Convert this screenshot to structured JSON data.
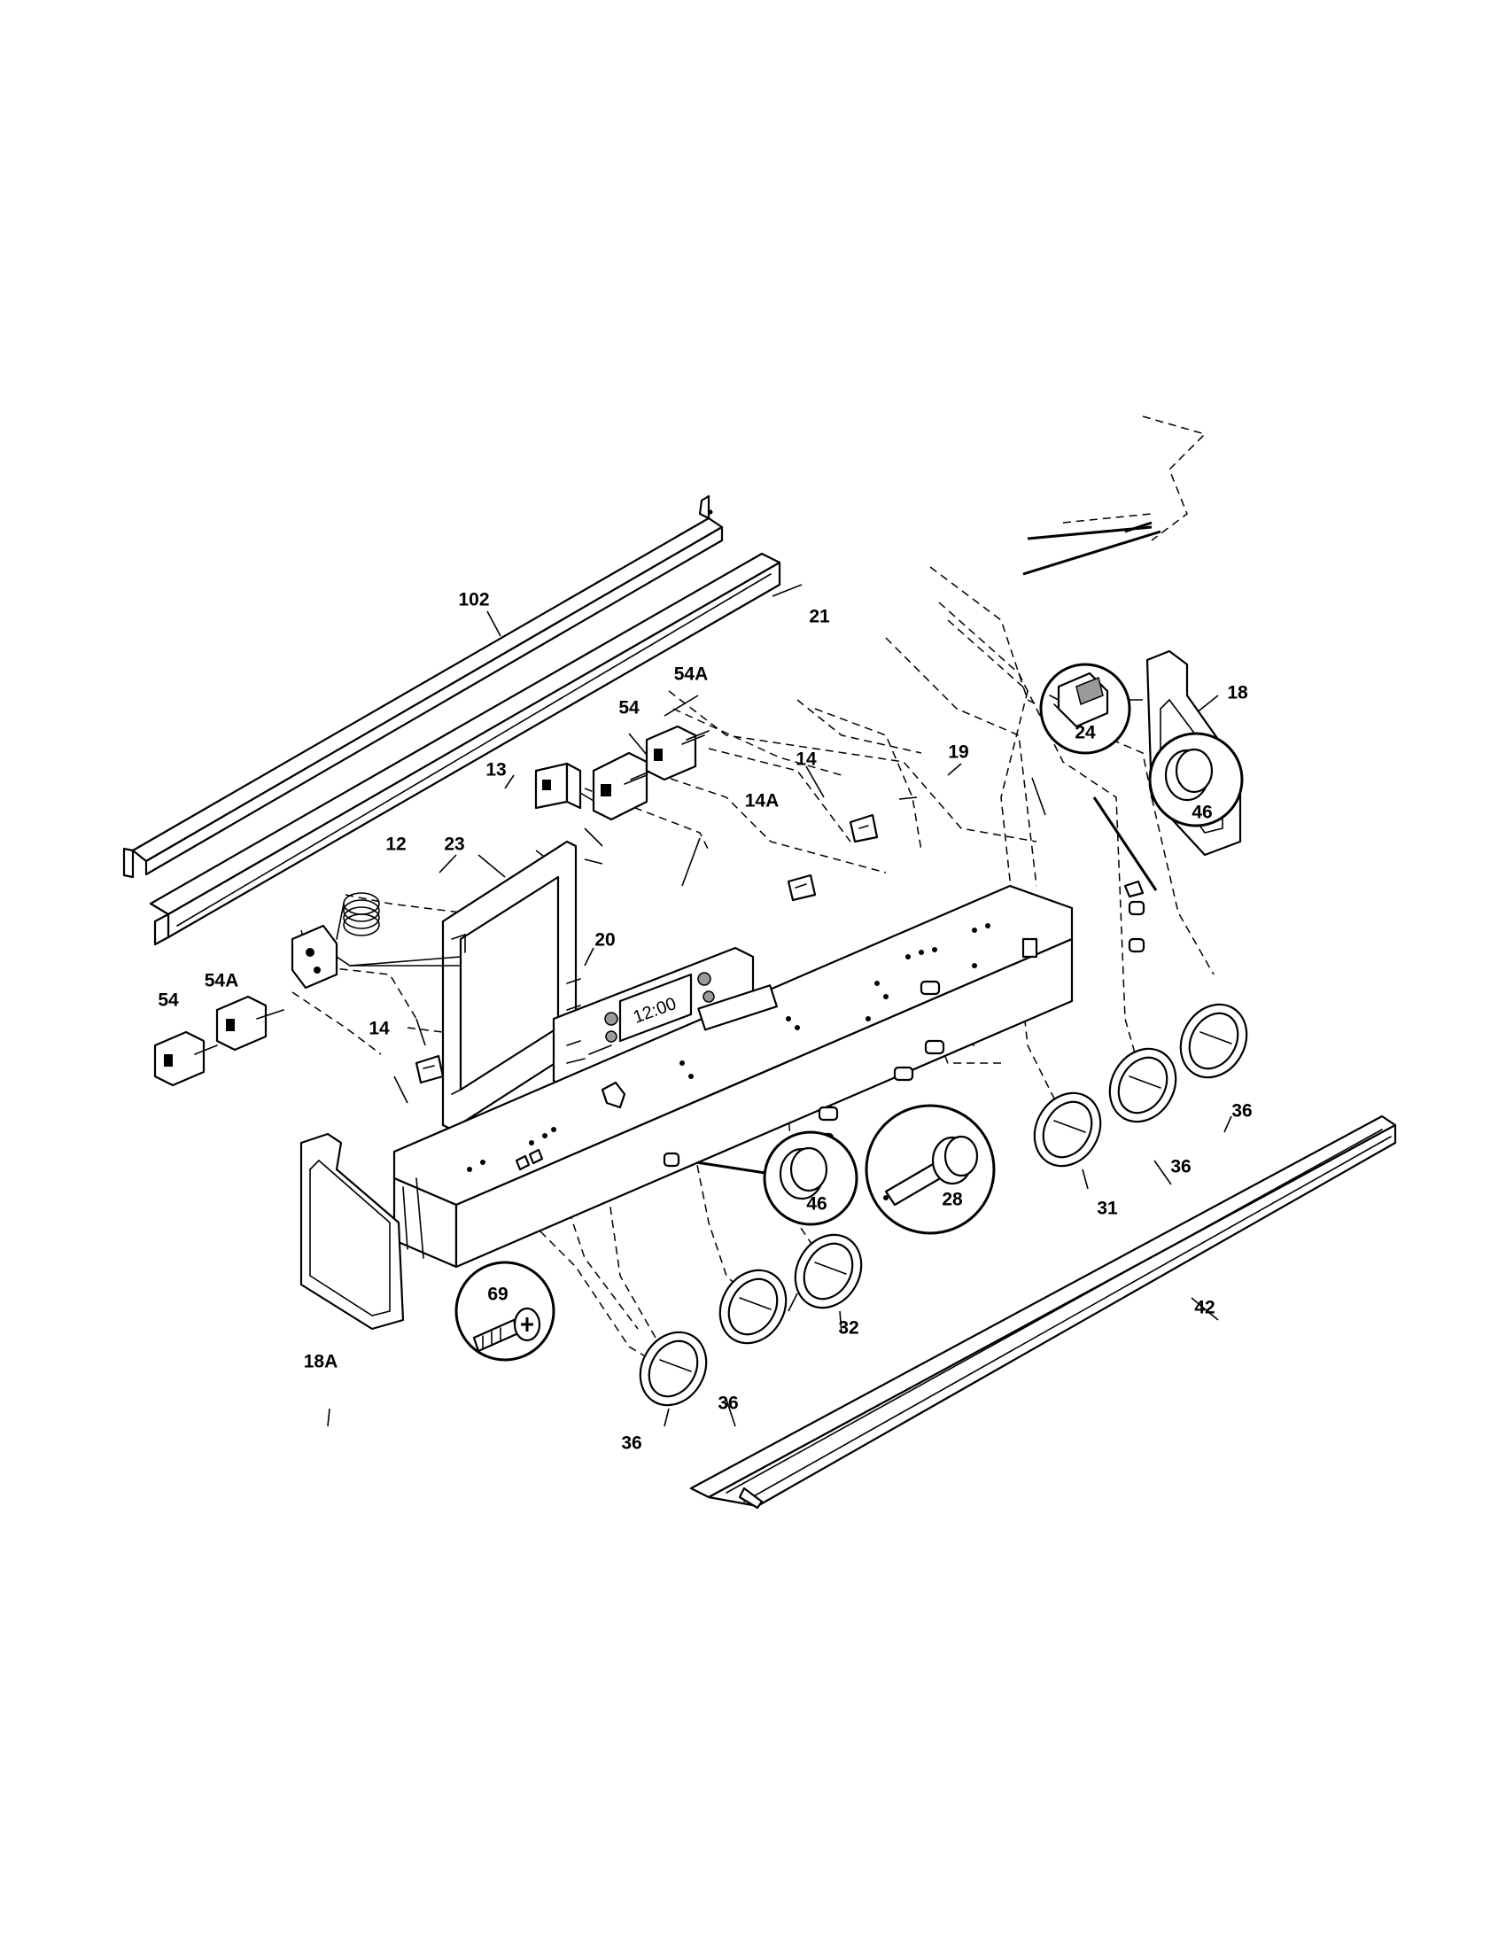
{
  "labels": {
    "p102": "102",
    "p21": "21",
    "p54a_top": "54A",
    "p54_top": "54",
    "p13": "13",
    "p14_top": "14",
    "p14a": "14A",
    "p19": "19",
    "p24": "24",
    "p18": "18",
    "p12": "12",
    "p23": "23",
    "p20": "20",
    "p46_right": "46",
    "p54a_left": "54A",
    "p54_left": "54",
    "p14_left": "14",
    "p46_mid": "46",
    "p28": "28",
    "p31": "31",
    "p36_r1": "36",
    "p36_r2": "36",
    "p18a": "18A",
    "p69": "69",
    "p32": "32",
    "p36_m1": "36",
    "p36_m2": "36",
    "p42": "42"
  },
  "clock_display": "12:00"
}
